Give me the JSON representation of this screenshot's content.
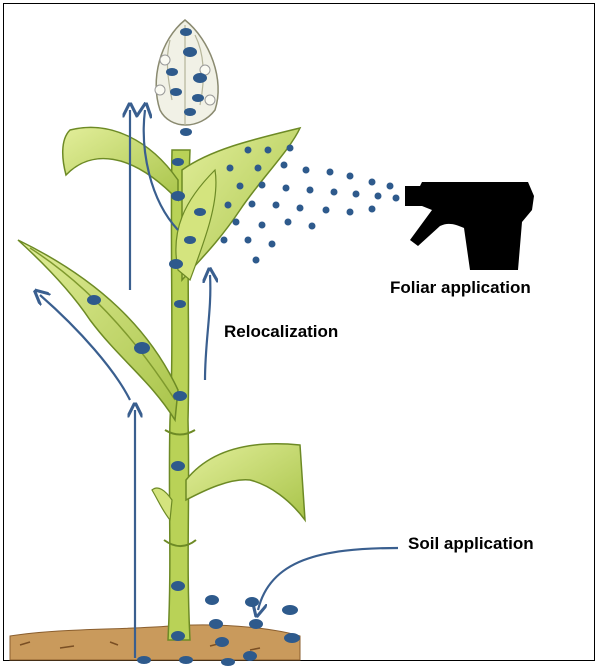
{
  "labels": {
    "foliar": "Foliar application",
    "relocalization": "Relocalization",
    "soil": "Soil application"
  },
  "colors": {
    "particle": "#2e5a8c",
    "arrow": "#3a5f8f",
    "leaf_fill": "#c8dc6a",
    "leaf_dark": "#7f9a2e",
    "stem": "#b7cf54",
    "soil": "#b98a4e",
    "sprayer": "#000000"
  },
  "icons": [
    "spray-bottle-icon"
  ]
}
